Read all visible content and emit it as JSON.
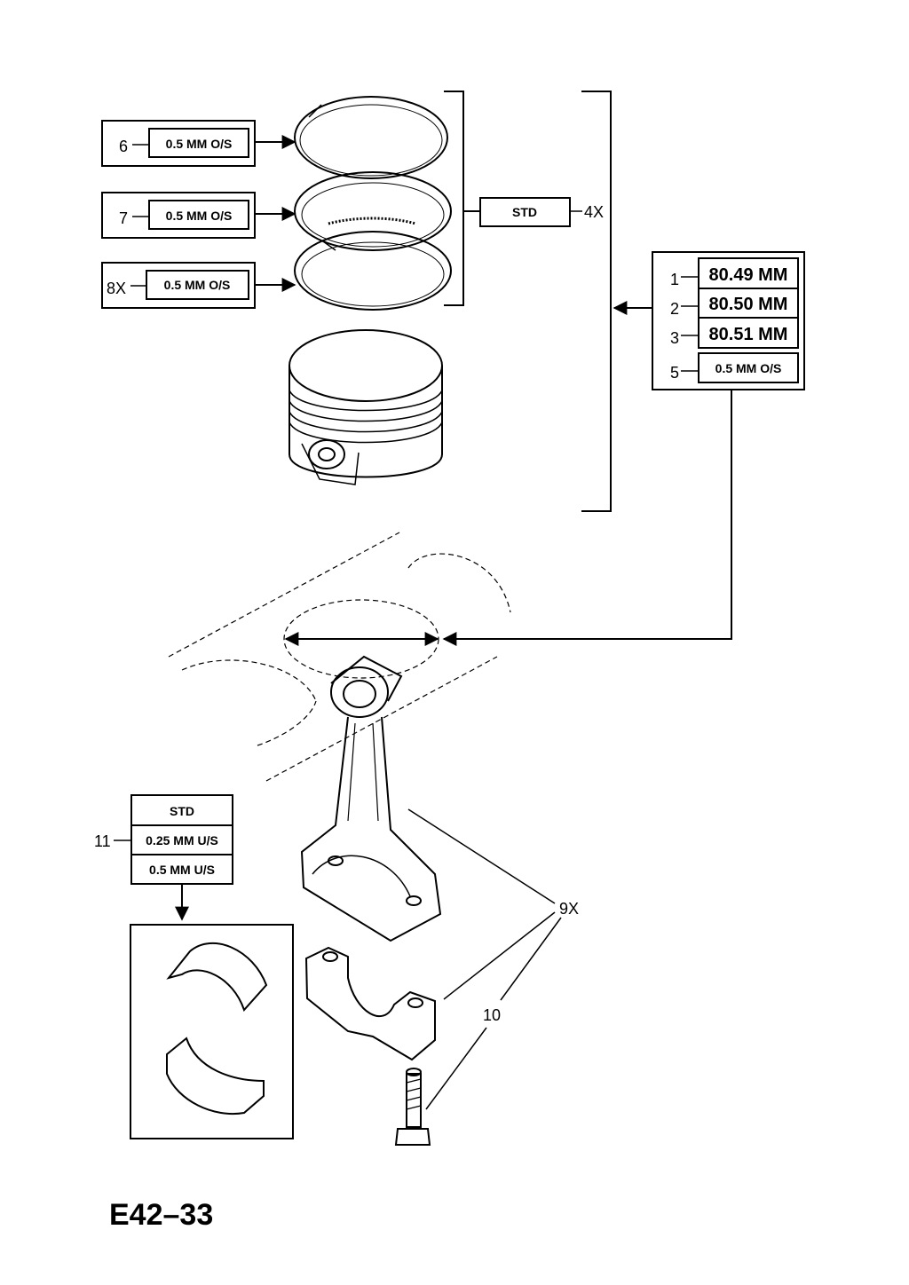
{
  "diagram_code": "E42–33",
  "ring_callouts": [
    {
      "ref": "6",
      "spec": "0.5 MM O/S"
    },
    {
      "ref": "7",
      "spec": "0.5 MM O/S"
    },
    {
      "ref": "8X",
      "spec": "0.5 MM O/S"
    }
  ],
  "ring_set": {
    "spec": "STD",
    "qty": "4X"
  },
  "piston_sizes": [
    {
      "ref": "1",
      "spec": "80.49 MM"
    },
    {
      "ref": "2",
      "spec": "80.50 MM"
    },
    {
      "ref": "3",
      "spec": "80.51 MM"
    },
    {
      "ref": "5",
      "spec": "0.5 MM O/S"
    }
  ],
  "bearing": {
    "ref": "11",
    "specs": [
      "STD",
      "0.25 MM U/S",
      "0.5 MM U/S"
    ]
  },
  "conrod_ref": "9X",
  "bolt_ref": "10",
  "colors": {
    "ink": "#000000",
    "paper": "#ffffff"
  }
}
